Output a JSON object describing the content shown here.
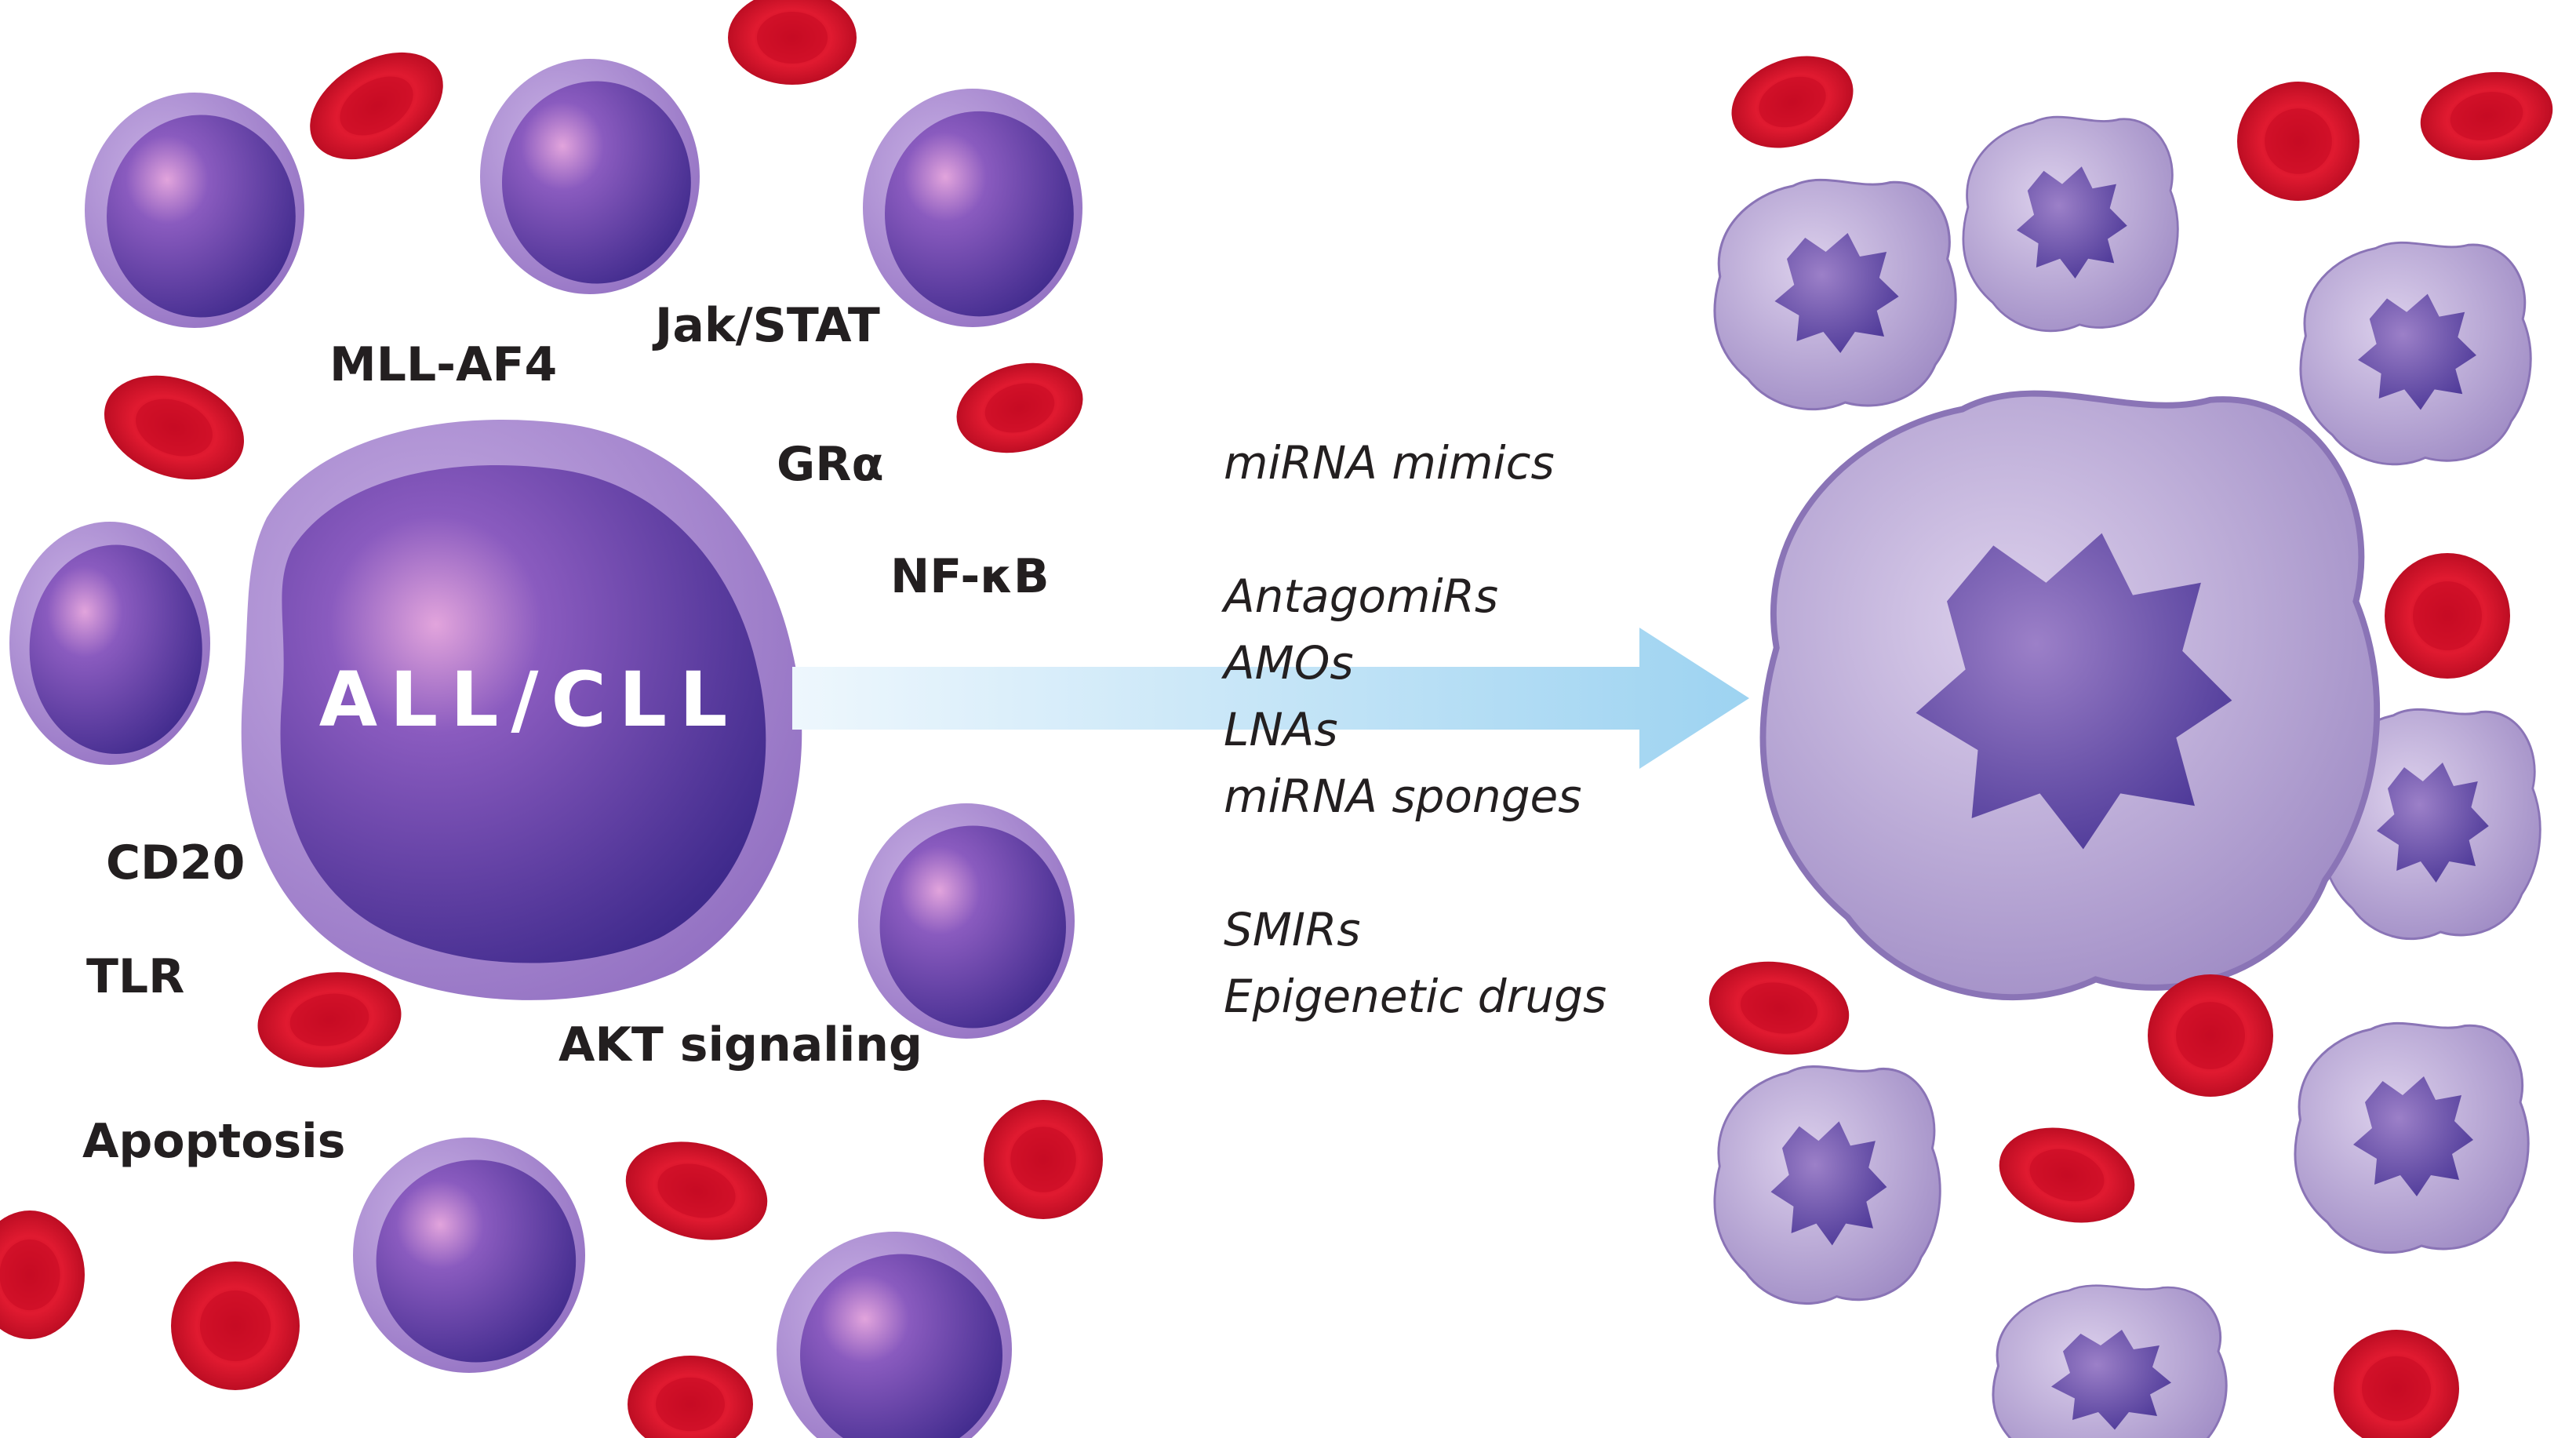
{
  "main_cell_label": "ALL/CLL",
  "pathway_labels": {
    "mll_af4": "MLL-AF4",
    "jak_stat": "Jak/STAT",
    "gr_alpha": "GRα",
    "nf_kb": "NF-κB",
    "cd20": "CD20",
    "tlr": "TLR",
    "akt": "AKT signaling",
    "apoptosis": "Apoptosis"
  },
  "therapies": {
    "mimics": "miRNA mimics",
    "antagomirs": "AntagomiRs",
    "amos": "AMOs",
    "lnas": "LNAs",
    "sponges": "miRNA sponges",
    "smirs": "SMIRs",
    "epigenetic": "Epigenetic drugs"
  },
  "colors": {
    "lymphocyte_membrane": "#a98ad0",
    "lymphocyte_nucleus": "#5a3b9f",
    "red_blood_cell": "#d8102a",
    "apoptotic_cell": "#b9aad2",
    "arrow": "#a6d8f3"
  }
}
